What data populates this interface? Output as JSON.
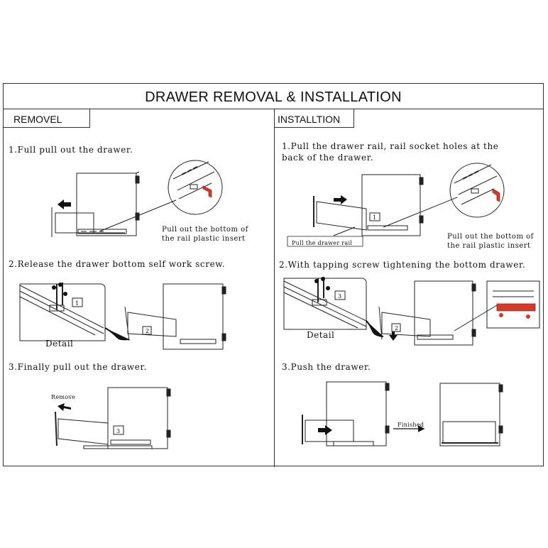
{
  "title": "DRAWER REMOVAL & INSTALLATION",
  "removal": {
    "label": "REMOVEL",
    "step1": "1.Full pull out the drawer.",
    "step1_caption_line1": "Pull out the bottom of",
    "step1_caption_line2": "the rail plastic insert",
    "step2": "2.Release the drawer bottom self work screw.",
    "step2_detail": "Detail",
    "step3": "3.Finally pull out the drawer.",
    "step3_remove": "Remove",
    "box1": "1",
    "box2": "2",
    "box3": "3"
  },
  "installation": {
    "label": "INSTALLTION",
    "step1_line1": "1.Pull the drawer rail, rail socket holes at the",
    "step1_line2": "back of the drawer.",
    "step1_tag": "Pull the drawer rail",
    "step1_caption_line1": "Pull out the bottom of",
    "step1_caption_line2": "the rail plastic insert",
    "step2": "2.With tapping screw tightening the bottom drawer.",
    "step2_detail": "Detail",
    "step3": "3.Push the drawer.",
    "step3_finished": "Finished",
    "box1": "1",
    "box2": "2",
    "box3": "3"
  },
  "colors": {
    "line": "#222222",
    "accent_red": "#d23a2a"
  }
}
